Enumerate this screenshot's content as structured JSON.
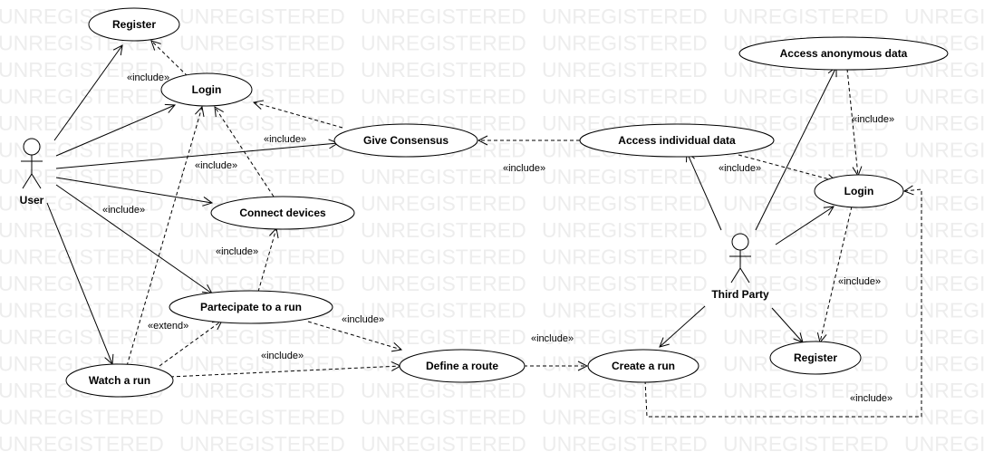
{
  "watermark": "UNREGISTERED",
  "actors": {
    "user": "User",
    "third_party": "Third Party"
  },
  "use_cases": {
    "register_left": "Register",
    "login_left": "Login",
    "give_consensus": "Give Consensus",
    "connect_devices": "Connect devices",
    "partecipate": "Partecipate to a run",
    "watch_run": "Watch a run",
    "define_route": "Define a route",
    "create_run": "Create a run",
    "access_individual": "Access individual data",
    "access_anonymous": "Access anonymous data",
    "login_right": "Login",
    "register_right": "Register"
  },
  "relation_labels": {
    "include": "«include»",
    "extend": "«extend»"
  }
}
